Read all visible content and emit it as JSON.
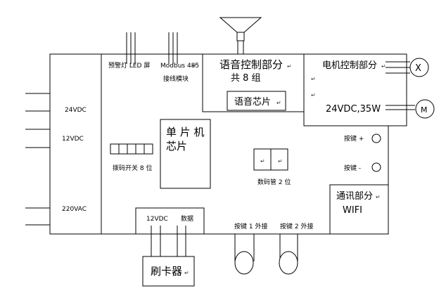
{
  "labels": {
    "led_screen": "预警灯 LED 屏",
    "modbus": "Modbus 485",
    "modbus_sub": "接线模块",
    "voice_title": "语音控制部分",
    "voice_groups": "共 8 组",
    "voice_chip": "语音芯片",
    "motor_title": "电机控制部分",
    "motor_x": "X",
    "motor_m": "M",
    "motor_power": "24VDC,35W",
    "v24": "24VDC",
    "v12": "12VDC",
    "v220": "220VAC",
    "mcu_line1": "单 片 机",
    "mcu_line2": "芯片",
    "dip_switch": "拨码开关 8 位",
    "digit_tube": "数码管 2 位",
    "key_plus": "按键 +",
    "key_minus": "按键 -",
    "comm_title": "通讯部分",
    "comm_wifi": "WIFI",
    "key1_ext": "按键 1 外接",
    "key2_ext": "按键 2 外接",
    "card_12v": "12VDC",
    "card_data": "数据",
    "card_reader": "刷卡器",
    "return_mark": "↵"
  }
}
